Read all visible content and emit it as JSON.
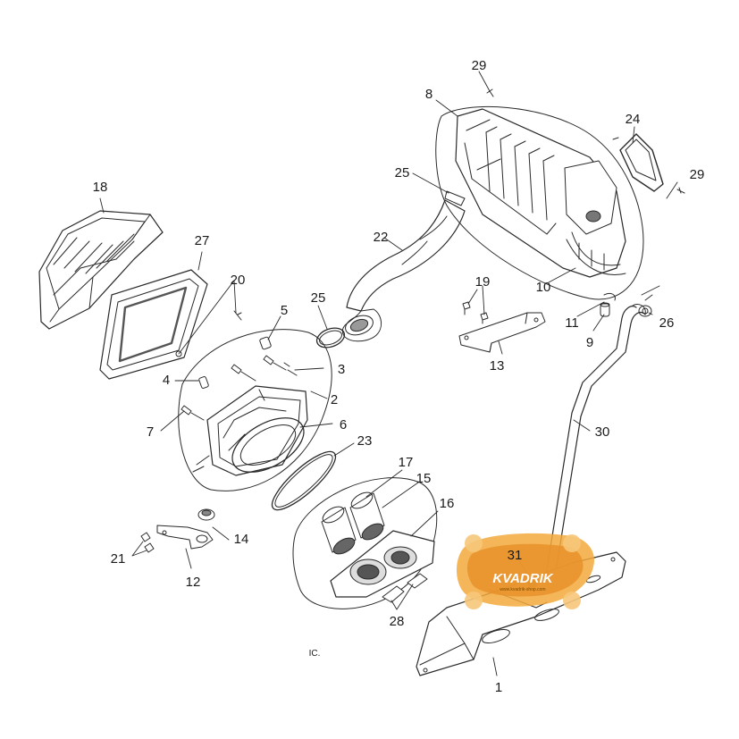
{
  "diagram": {
    "callouts": {
      "c1": "1",
      "c2": "2",
      "c3": "3",
      "c4": "4",
      "c5": "5",
      "c6": "6",
      "c7": "7",
      "c8": "8",
      "c9": "9",
      "c10": "10",
      "c11": "11",
      "c12": "12",
      "c13": "13",
      "c14": "14",
      "c15": "15",
      "c16": "16",
      "c17": "17",
      "c18": "18",
      "c19": "19",
      "c20": "20",
      "c21": "21",
      "c22": "22",
      "c23": "23",
      "c24": "24",
      "c25a": "25",
      "c25b": "25",
      "c26": "26",
      "c27": "27",
      "c28": "28",
      "c29a": "29",
      "c29b": "29",
      "c30": "30",
      "c31": "31"
    },
    "footnote": "IC.",
    "watermark": {
      "brand": "KVADRIK",
      "tagline": "www.kvadrik-shop.com",
      "color": "#f2a93b"
    },
    "line_color": "#2a2a2a",
    "fill_color": "#ffffff"
  }
}
